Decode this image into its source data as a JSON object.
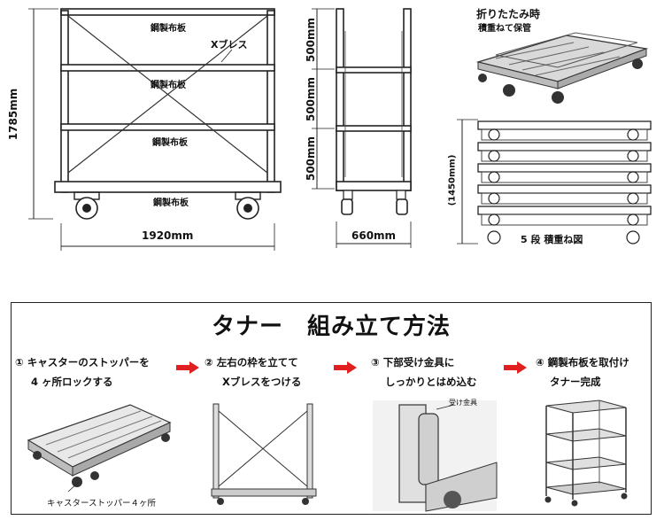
{
  "drawing": {
    "front_labels": {
      "shelf_top": "鋼製布板",
      "brace": "Xブレス",
      "shelf_mid": "鋼製布板",
      "shelf_low": "鋼製布板",
      "shelf_bottom": "鋼製布板"
    },
    "height_dim": "1785mm",
    "width_dim": "1920mm",
    "side_dims": [
      "500mm",
      "500mm",
      "500mm"
    ],
    "depth_dim": "660mm",
    "folded_title": "折りたたみ時",
    "folded_subtitle": "積重ねて保管",
    "stack_height_dim": "(1450mm)",
    "stack_caption": "5 段 積重ね図"
  },
  "assembly": {
    "title": "タナー　組み立て方法",
    "steps": [
      {
        "line1": "① キャスターのストッパーを",
        "line2": "4 ヶ所ロックする"
      },
      {
        "line1": "② 左右の枠を立てて",
        "line2": "Xブレスをつける"
      },
      {
        "line1": "③ 下部受け金具に",
        "line2": "しっかりとはめ込む"
      },
      {
        "line1": "④ 鋼製布板を取付け",
        "line2": "タナー完成"
      }
    ],
    "photo1_caption": "キャスターストッパー４ヶ所",
    "photo3_tag": "受け金具",
    "arrow_color": "#e02020"
  }
}
